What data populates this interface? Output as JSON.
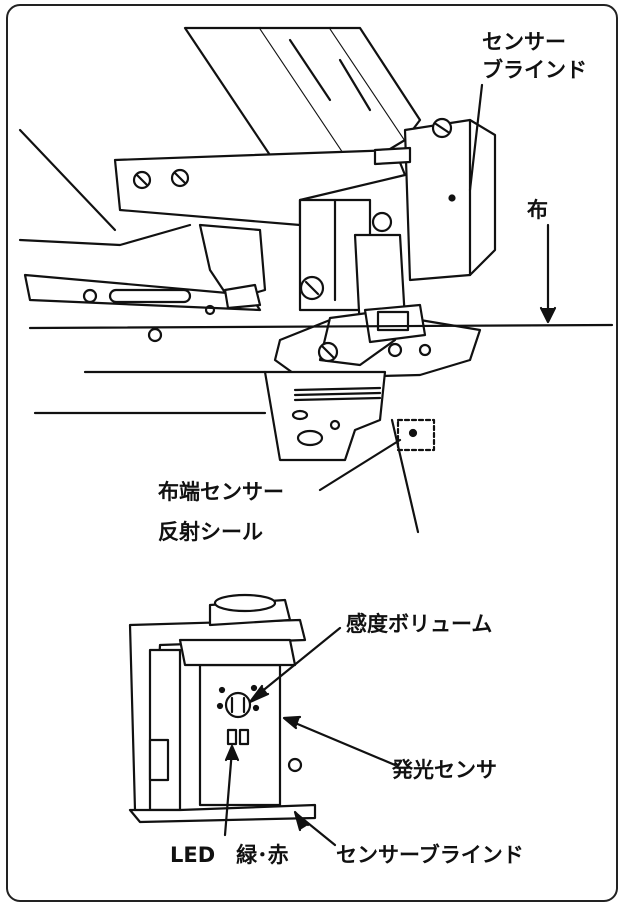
{
  "labels": {
    "sensor_blind_top_line1": "センサー",
    "sensor_blind_top_line2": "ブラインド",
    "cloth": "布",
    "edge_sensor_line1": "布端センサー",
    "edge_sensor_line2": "反射シール",
    "sensitivity_volume": "感度ボリューム",
    "light_emitting_sensor": "発光センサ",
    "led_colors": "LED　緑･赤",
    "sensor_blind_bottom": "センサーブラインド"
  }
}
